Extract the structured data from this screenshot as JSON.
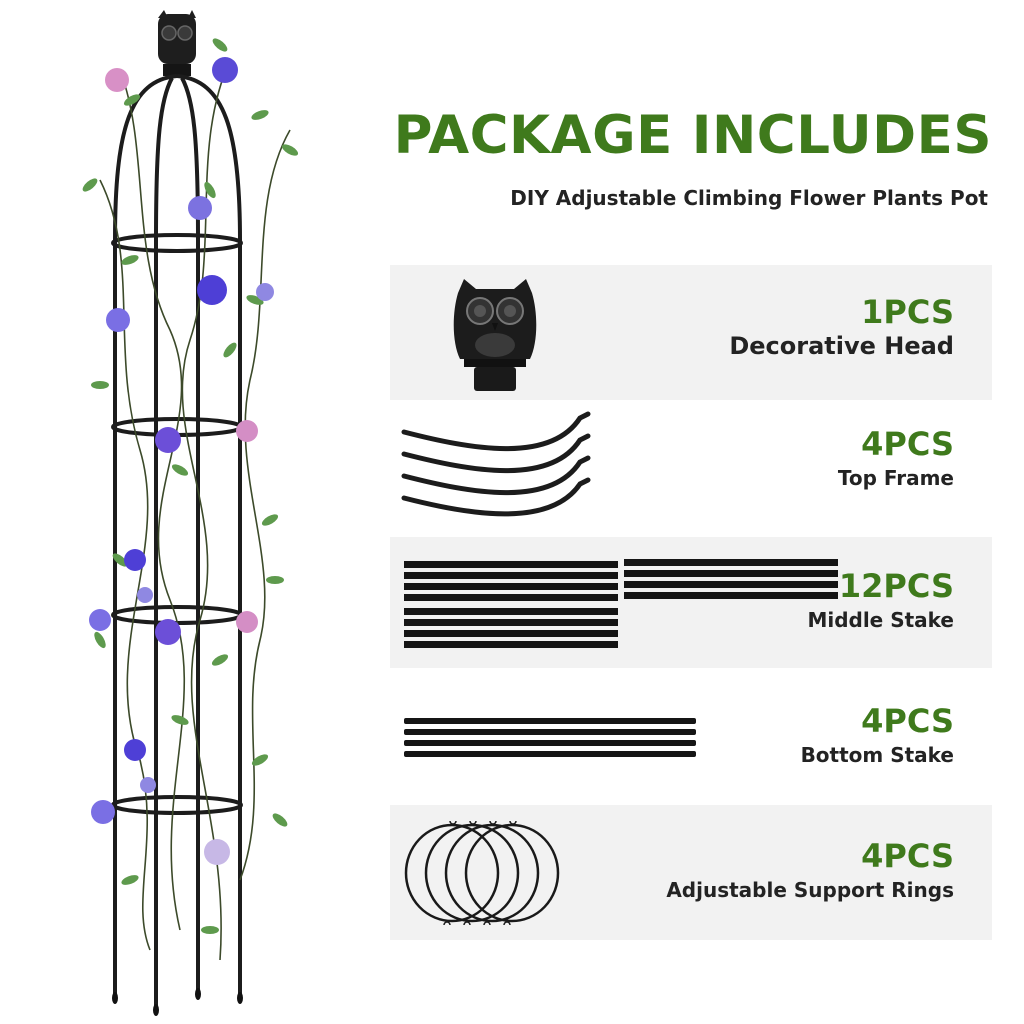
{
  "header": {
    "title": "PACKAGE INCLUDES",
    "subtitle": "DIY Adjustable Climbing Flower Plants Pot"
  },
  "colors": {
    "accent_green": "#3f7a1c",
    "panel_grey": "#f2f2f2",
    "text_dark": "#232323"
  },
  "product_image": {
    "description": "Obelisk garden trellis with owl finial, covered in climbing clematis vines with purple and pink flowers",
    "icon": "trellis-illustration"
  },
  "items": [
    {
      "qty": "1PCS",
      "label": "Decorative Head",
      "icon": "owl-finial-icon"
    },
    {
      "qty": "4PCS",
      "label": "Top Frame",
      "icon": "curved-rods-icon"
    },
    {
      "qty": "12PCS",
      "label": "Middle Stake",
      "icon": "straight-rods-icon"
    },
    {
      "qty": "4PCS",
      "label": "Bottom Stake",
      "icon": "straight-rods-icon"
    },
    {
      "qty": "4PCS",
      "label": "Adjustable Support Rings",
      "icon": "rings-icon"
    }
  ]
}
